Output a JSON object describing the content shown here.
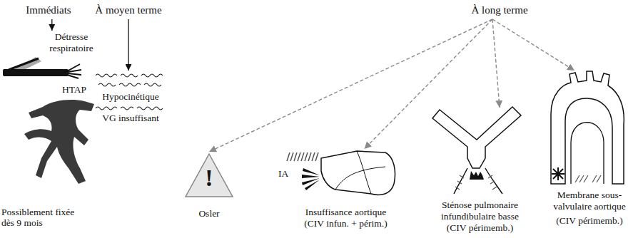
{
  "diagram": {
    "nodes": [
      {
        "text": [
          "Immédiats"
        ]
      },
      {
        "text": [
          "À moyen terme"
        ]
      },
      {
        "text": [
          "À long terme"
        ]
      },
      {
        "text": [
          "Détresse respiratoire"
        ]
      },
      {
        "text": [
          "Hypocinétique",
          "VG insuffisant"
        ]
      },
      {
        "text": [
          "!",
          "Osler"
        ]
      },
      {
        "text": [
          "IA",
          "Insuffisance aortique",
          "(CIV infun. + périm.)"
        ]
      },
      {
        "text": [
          "Sténose pulmonaire infundibulaire basse",
          "(CIV périmemb.)"
        ]
      },
      {
        "text": [
          "Membrane sous-valvulaire aortique",
          "(CIV périmemb.)"
        ]
      }
    ],
    "edges": [
      {
        "from": 0,
        "to": 3,
        "arrow": "to"
      },
      {
        "from": 1,
        "to": 4,
        "arrow": "to"
      },
      {
        "from": 2,
        "to": 5,
        "arrow": "to"
      },
      {
        "from": 2,
        "to": 6,
        "arrow": "to"
      },
      {
        "from": 2,
        "to": 7,
        "arrow": "to"
      },
      {
        "from": 2,
        "to": 8,
        "arrow": "to"
      }
    ],
    "labels": [
      "HTAP",
      "Possiblement fixée dès 9 mois"
    ]
  }
}
